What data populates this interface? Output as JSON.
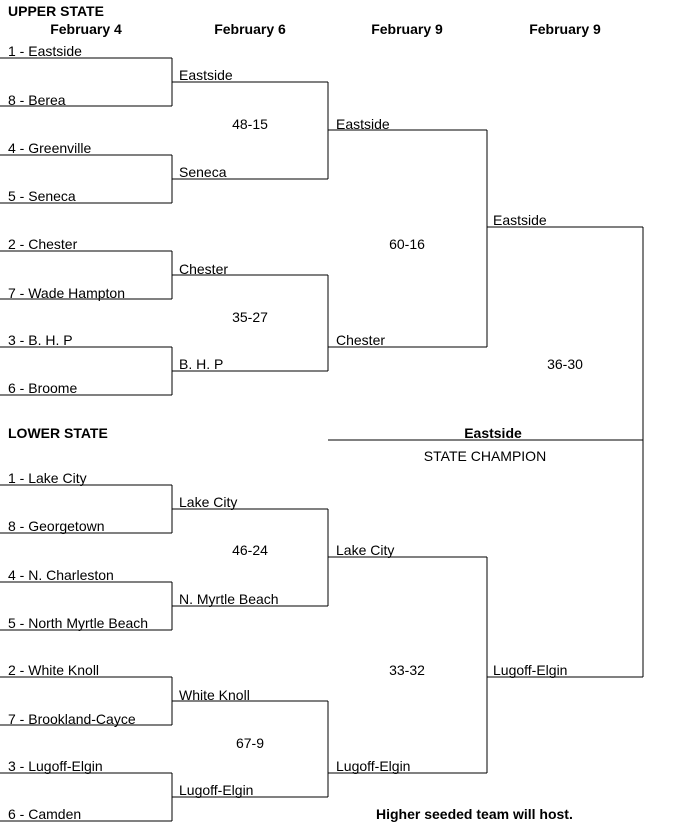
{
  "sections": {
    "upper": "UPPER STATE",
    "lower": "LOWER STATE"
  },
  "dates": {
    "round1": "February 4",
    "round2": "February 6",
    "round3": "February 9",
    "round4": "February 9"
  },
  "round1": {
    "upper": [
      "1 - Eastside",
      "8 - Berea",
      "4 - Greenville",
      "5 - Seneca",
      "2 - Chester",
      "7 - Wade Hampton",
      "3 - B. H. P",
      "6 - Broome"
    ],
    "lower": [
      "1 - Lake City",
      "8 - Georgetown",
      "4 - N. Charleston",
      "5 - North Myrtle Beach",
      "2 - White Knoll",
      "7 - Brookland-Cayce",
      "3 - Lugoff-Elgin",
      "6 - Camden"
    ]
  },
  "round2": {
    "upper": [
      "Eastside",
      "Seneca",
      "Chester",
      "B. H. P"
    ],
    "lower": [
      "Lake City",
      "N. Myrtle Beach",
      "White Knoll",
      "Lugoff-Elgin"
    ]
  },
  "round2_scores": {
    "upper": [
      "48-15",
      "35-27"
    ],
    "lower": [
      "46-24",
      "67-9"
    ]
  },
  "round3": {
    "upper": [
      "Eastside",
      "Chester"
    ],
    "lower": [
      "Lake City",
      "Lugoff-Elgin"
    ]
  },
  "round3_scores": {
    "upper": "60-16",
    "lower": "33-32"
  },
  "round4": {
    "upper": "Eastside",
    "lower": "Lugoff-Elgin",
    "score": "36-30"
  },
  "champion": {
    "name": "Eastside",
    "label": "STATE CHAMPION"
  },
  "footer": {
    "note": "Higher seeded team will host."
  }
}
